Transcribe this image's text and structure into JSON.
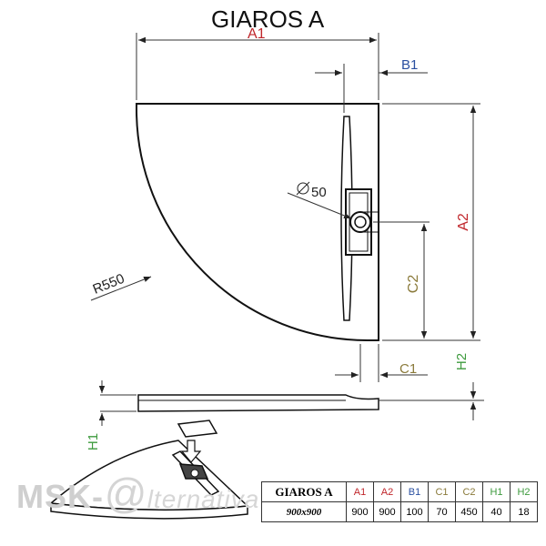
{
  "title": "GIAROS A",
  "labels": {
    "a1": "A1",
    "a2": "A2",
    "b1": "B1",
    "c1": "C1",
    "c2": "C2",
    "h1": "H1",
    "h2": "H2",
    "diameter": "50",
    "radius": "R550"
  },
  "watermark": {
    "left": "MSK-",
    "at": "@",
    "tail": "lternativa"
  },
  "spec_table": {
    "model_label": "GIAROS A",
    "size_label": "900x900",
    "headers": [
      {
        "text": "A1",
        "color": "#c0262b"
      },
      {
        "text": "A2",
        "color": "#c0262b"
      },
      {
        "text": "B1",
        "color": "#2a4fa0"
      },
      {
        "text": "C1",
        "color": "#8a7a3a"
      },
      {
        "text": "C2",
        "color": "#8a7a3a"
      },
      {
        "text": "H1",
        "color": "#3d9a3d"
      },
      {
        "text": "H2",
        "color": "#3d9a3d"
      }
    ],
    "values": [
      "900",
      "900",
      "100",
      "70",
      "450",
      "40",
      "18"
    ]
  },
  "colors": {
    "outline": "#111111",
    "dimension_line": "#333333",
    "a_dims": "#c0262b",
    "b_dims": "#2a4fa0",
    "c_dims": "#8a7a3a",
    "h_dims": "#3d9a3d"
  }
}
